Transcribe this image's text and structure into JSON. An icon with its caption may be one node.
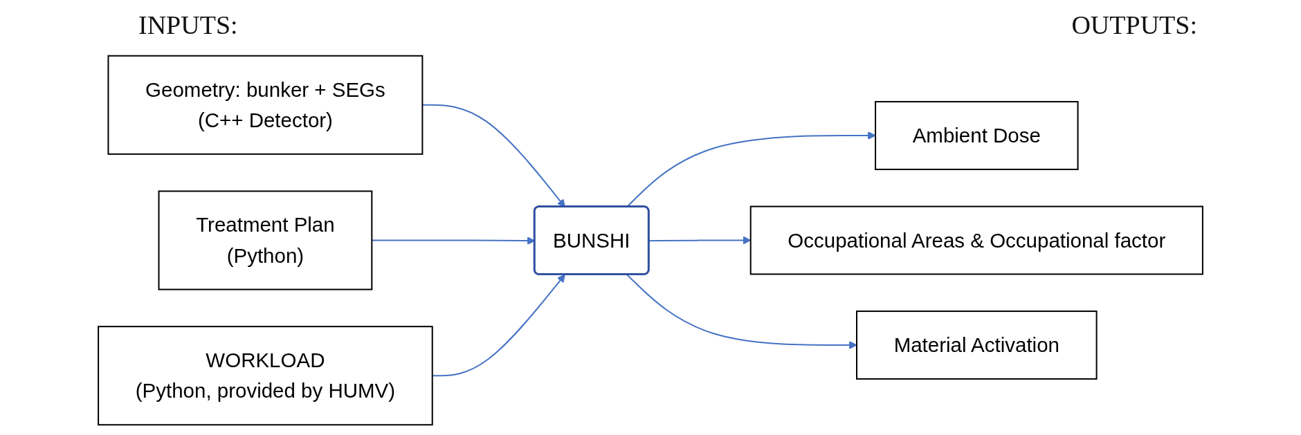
{
  "diagram": {
    "nodes": [
      {
        "text": [
          "Geometry: bunker + SEGs",
          "(C++ Detector)"
        ]
      },
      {
        "text": [
          "Treatment Plan",
          "(Python)"
        ]
      },
      {
        "text": [
          "WORKLOAD",
          "(Python, provided by HUMV)"
        ]
      },
      {
        "text": [
          "BUNSHI"
        ]
      },
      {
        "text": [
          "Ambient Dose"
        ]
      },
      {
        "text": [
          "Occupational Areas & Occupational factor"
        ]
      },
      {
        "text": [
          "Material Activation"
        ]
      }
    ],
    "edges": [
      {
        "from": 0,
        "to": 3,
        "arrow": "to"
      },
      {
        "from": 1,
        "to": 3,
        "arrow": "to"
      },
      {
        "from": 2,
        "to": 3,
        "arrow": "to"
      },
      {
        "from": 3,
        "to": 4,
        "arrow": "to"
      },
      {
        "from": 3,
        "to": 5,
        "arrow": "to"
      },
      {
        "from": 3,
        "to": 6,
        "arrow": "to"
      }
    ],
    "labels": [
      "INPUTS:",
      "OUTPUTS:"
    ]
  }
}
